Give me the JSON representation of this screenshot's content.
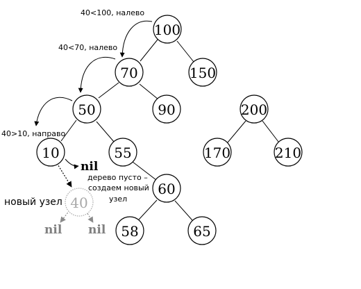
{
  "nodes": {
    "n100": {
      "label": "100"
    },
    "n70": {
      "label": "70"
    },
    "n150": {
      "label": "150"
    },
    "n50": {
      "label": "50"
    },
    "n90": {
      "label": "90"
    },
    "n200": {
      "label": "200"
    },
    "n10": {
      "label": "10"
    },
    "n55": {
      "label": "55"
    },
    "n170": {
      "label": "170"
    },
    "n210": {
      "label": "210"
    },
    "n60": {
      "label": "60"
    },
    "n58": {
      "label": "58"
    },
    "n65": {
      "label": "65"
    },
    "n40": {
      "label": "40"
    }
  },
  "annotations": {
    "cmp_100": "40<100, налево",
    "cmp_70": "40<70, налево",
    "cmp_10": "40>10, направо",
    "empty_line1": "дерево пусто –",
    "empty_line2": "создаем новый",
    "empty_line3": "узел",
    "new_node": "новый узел"
  },
  "nil": {
    "right_of_10": "nil",
    "left_of_40": "nil",
    "right_of_40": "nil"
  },
  "colors": {
    "line": "#000000",
    "ghost": "#a8a8a8",
    "nil_grey": "#808080"
  }
}
